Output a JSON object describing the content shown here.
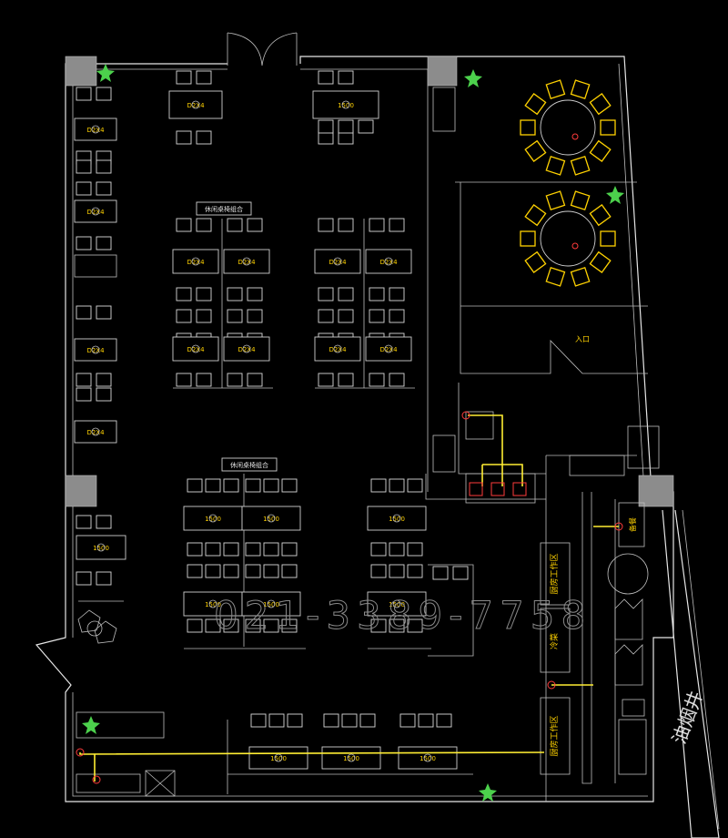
{
  "plan": {
    "watermark": "021-3389-7758",
    "vertical_label": "油烟井",
    "table_labels": {
      "square": "D2X4",
      "long": "1500"
    },
    "booth_labels": [
      "休闲桌椅组合",
      "休闲桌椅组合"
    ],
    "room_labels": {
      "stair": "入口",
      "kitchen_1": "厨房工作区",
      "kitchen_2": "冷菜",
      "kitchen_3": "厨房工作区",
      "kitchen_4": "备餐"
    },
    "colors": {
      "background": "#000000",
      "walls": "#e6e6e6",
      "annotation": "#ffd200",
      "wiring": "#ffee33",
      "lamp": "#ff3b3b",
      "plant": "#4cd14c"
    }
  }
}
